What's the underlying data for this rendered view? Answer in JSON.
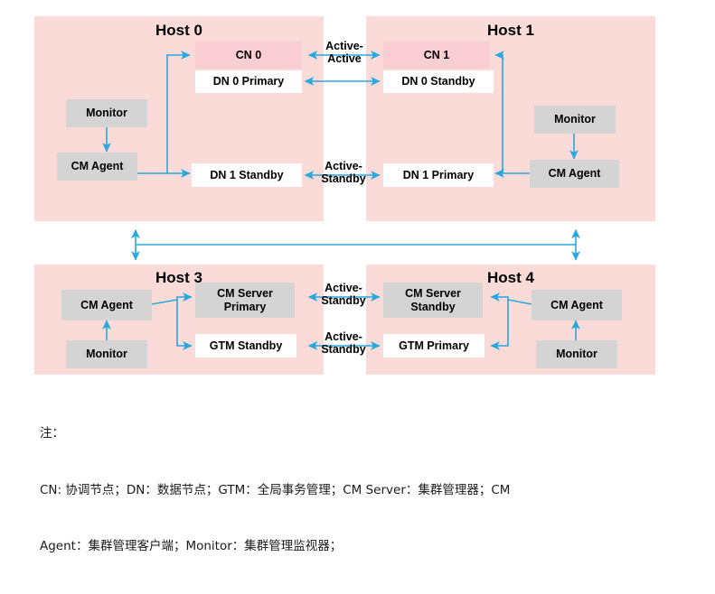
{
  "diagram": {
    "title": "GaussDB cluster high-availability deployment",
    "colors": {
      "host_panel": "#fadbd8",
      "node_gray": "#d4d4d4",
      "node_white": "#ffffff",
      "node_pink": "#f8cdd4",
      "arrow": "#29a8df",
      "text": "#000000",
      "background": "#ffffff"
    },
    "hosts": [
      {
        "id": "host-0",
        "title": "Host 0",
        "nodes": [
          {
            "id": "cn-0",
            "label": "CN 0",
            "style": "pink"
          },
          {
            "id": "dn-0-primary",
            "label": "DN 0 Primary",
            "style": "white"
          },
          {
            "id": "dn-1-standby",
            "label": "DN 1 Standby",
            "style": "white"
          },
          {
            "id": "monitor-0",
            "label": "Monitor",
            "style": "gray"
          },
          {
            "id": "cm-agent-0",
            "label": "CM Agent",
            "style": "gray"
          }
        ]
      },
      {
        "id": "host-1",
        "title": "Host 1",
        "nodes": [
          {
            "id": "cn-1",
            "label": "CN 1",
            "style": "pink"
          },
          {
            "id": "dn-0-standby",
            "label": "DN 0 Standby",
            "style": "white"
          },
          {
            "id": "dn-1-primary",
            "label": "DN 1 Primary",
            "style": "white"
          },
          {
            "id": "monitor-1",
            "label": "Monitor",
            "style": "gray"
          },
          {
            "id": "cm-agent-1",
            "label": "CM Agent",
            "style": "gray"
          }
        ]
      },
      {
        "id": "host-3",
        "title": "Host 3",
        "nodes": [
          {
            "id": "cm-server-primary",
            "label": "CM Server\nPrimary",
            "style": "gray"
          },
          {
            "id": "gtm-standby",
            "label": "GTM Standby",
            "style": "white"
          },
          {
            "id": "cm-agent-3",
            "label": "CM Agent",
            "style": "gray"
          },
          {
            "id": "monitor-3",
            "label": "Monitor",
            "style": "gray"
          }
        ]
      },
      {
        "id": "host-4",
        "title": "Host 4",
        "nodes": [
          {
            "id": "cm-server-standby",
            "label": "CM Server\nStandby",
            "style": "gray"
          },
          {
            "id": "gtm-primary",
            "label": "GTM Primary",
            "style": "white"
          },
          {
            "id": "cm-agent-4",
            "label": "CM Agent",
            "style": "gray"
          },
          {
            "id": "monitor-4",
            "label": "Monitor",
            "style": "gray"
          }
        ]
      }
    ],
    "connection_labels": [
      {
        "id": "cn-link",
        "text": "Active-\nActive"
      },
      {
        "id": "dn1-link",
        "text": "Active-\nStandby"
      },
      {
        "id": "cm-server-link",
        "text": "Active-\nStandby"
      },
      {
        "id": "gtm-link",
        "text": "Active-\nStandby"
      }
    ],
    "footnote": {
      "line1": "注：",
      "line2": "CN: 协调节点；DN：数据节点；GTM：全局事务管理；CM Server：集群管理器；CM",
      "line3": "Agent：集群管理客户端；Monitor：集群管理监视器；"
    }
  }
}
